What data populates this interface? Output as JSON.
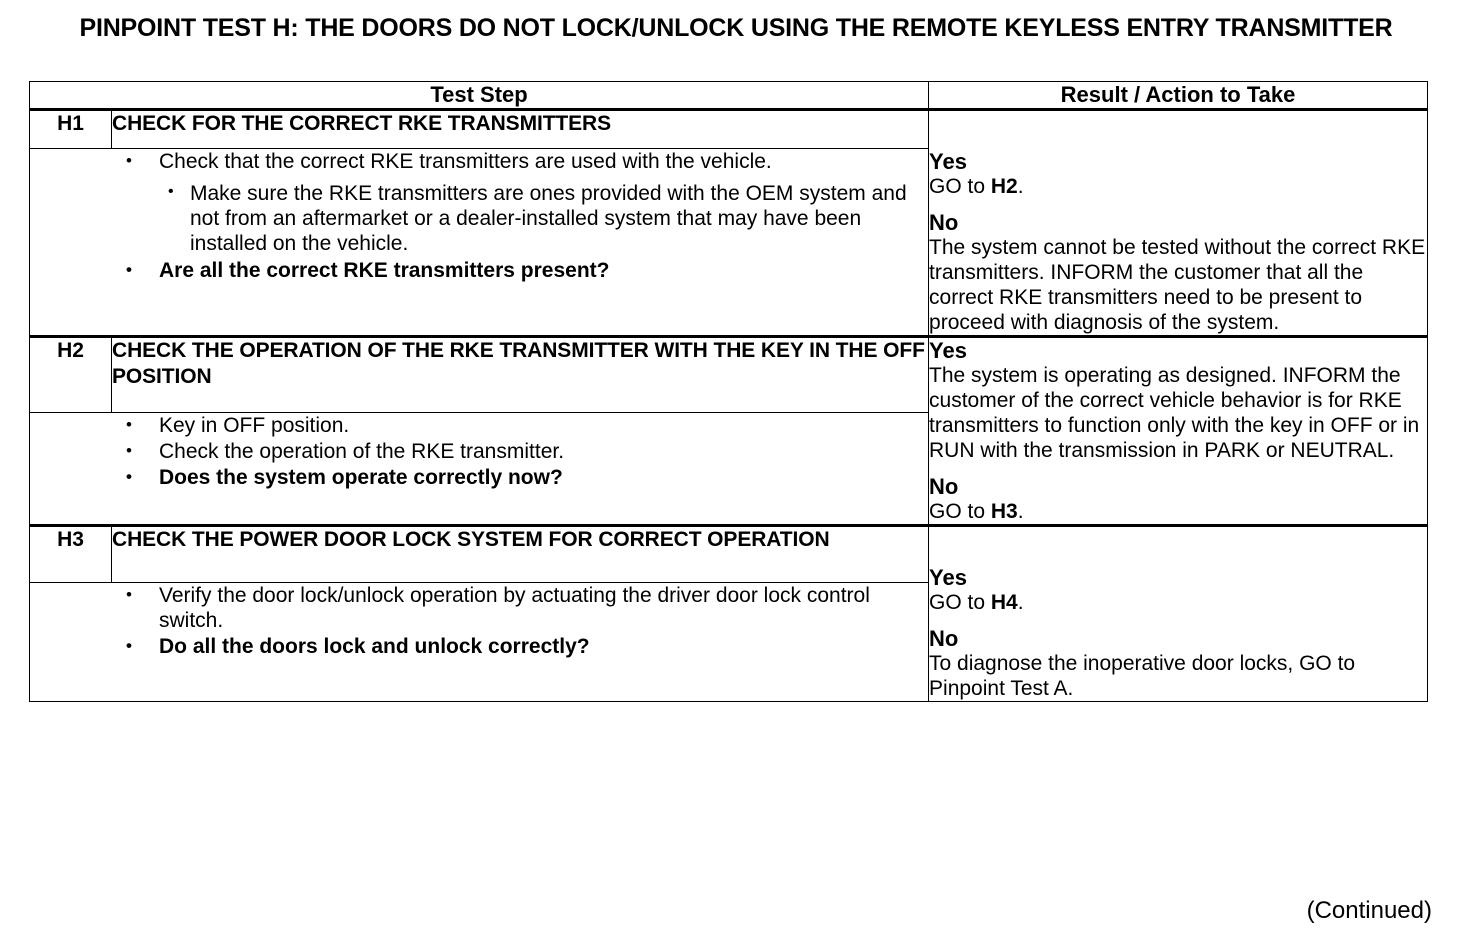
{
  "document": {
    "title": "PINPOINT TEST H: THE DOORS DO NOT LOCK/UNLOCK USING THE REMOTE KEYLESS ENTRY TRANSMITTER",
    "footer_note": "(Continued)"
  },
  "table": {
    "headers": {
      "test_step": "Test Step",
      "result": "Result / Action to Take"
    },
    "rows": [
      {
        "id": "H1",
        "heading": "CHECK FOR THE CORRECT RKE TRANSMITTERS",
        "steps": [
          {
            "text": "Check that the correct RKE transmitters are used with the vehicle.",
            "bold": false,
            "sub": [
              "Make sure the RKE transmitters are ones provided with the OEM system and not from an aftermarket or a dealer-installed system that may have been installed on the vehicle."
            ]
          },
          {
            "text": "Are all the correct RKE transmitters present?",
            "bold": true,
            "sub": []
          }
        ],
        "results": [
          {
            "label": "Yes",
            "text_before": "GO to ",
            "text_bold": "H2",
            "text_after": "."
          },
          {
            "label": "No",
            "text_before": "The system cannot be tested without the correct RKE transmitters. INFORM the customer that all the correct RKE transmitters need to be present to proceed with diagnosis of the system.",
            "text_bold": "",
            "text_after": ""
          }
        ]
      },
      {
        "id": "H2",
        "heading": "CHECK THE OPERATION OF THE RKE TRANSMITTER WITH THE KEY IN THE OFF POSITION",
        "steps": [
          {
            "text": "Key in OFF position.",
            "bold": false,
            "sub": []
          },
          {
            "text": "Check the operation of the RKE transmitter.",
            "bold": false,
            "sub": []
          },
          {
            "text": "Does the system operate correctly now?",
            "bold": true,
            "sub": []
          }
        ],
        "results": [
          {
            "label": "Yes",
            "text_before": "The system is operating as designed. INFORM the customer of the correct vehicle behavior is for RKE transmitters to function only with the key in OFF or in RUN with the transmission in PARK or NEUTRAL.",
            "text_bold": "",
            "text_after": ""
          },
          {
            "label": "No",
            "text_before": "GO to ",
            "text_bold": "H3",
            "text_after": "."
          }
        ]
      },
      {
        "id": "H3",
        "heading": "CHECK THE POWER DOOR LOCK SYSTEM FOR CORRECT OPERATION",
        "steps": [
          {
            "text": "Verify the door lock/unlock operation by actuating the driver door lock control switch.",
            "bold": false,
            "sub": []
          },
          {
            "text": "Do all the doors lock and unlock correctly?",
            "bold": true,
            "sub": []
          }
        ],
        "results": [
          {
            "label": "Yes",
            "text_before": "GO to ",
            "text_bold": "H4",
            "text_after": "."
          },
          {
            "label": "No",
            "text_before": "To diagnose the inoperative door locks, GO to Pinpoint Test A.",
            "text_bold": "",
            "text_after": ""
          }
        ]
      }
    ]
  }
}
